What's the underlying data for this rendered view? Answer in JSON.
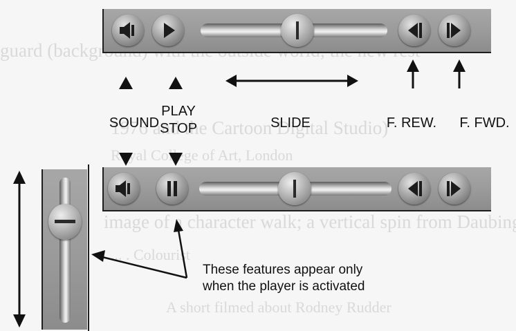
{
  "background_text": [
    "guard (background) with the outside world; the new rest",
    "1976 and the Cartoon Digital Studio)",
    "Royal College of Art, London",
    "image of a character walk; a vertical spin from Daubing",
    "... . Colourist",
    "A short filmed about Rodney Rudder"
  ],
  "labels": {
    "sound": "SOUND",
    "play": "PLAY",
    "stop": "STOP",
    "slide": "SLIDE",
    "f_rew": "F. REW.",
    "f_fwd": "F. FWD."
  },
  "note": {
    "line1": "These features appear only",
    "line2": "when the player is activated"
  },
  "icons": {
    "sound": "speaker-icon",
    "play": "play-icon",
    "pause": "pause-icon",
    "rewind": "rewind-icon",
    "forward": "forward-icon"
  },
  "colors": {
    "bar": "#9f9f9f",
    "button": "#a5a5a5",
    "ink": "#111111"
  }
}
